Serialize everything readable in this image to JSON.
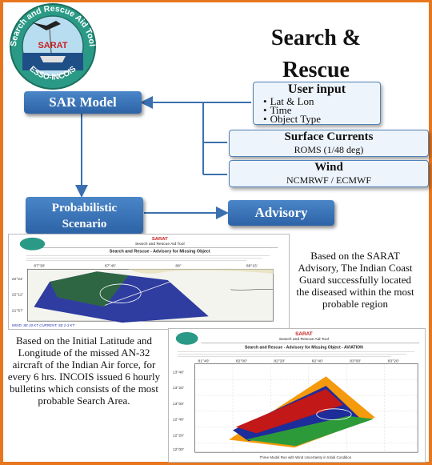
{
  "logo": {
    "ring_text_top": "Search and Rescue Aid Tool",
    "ring_text_bottom": "ESSO-INCOIS",
    "center_text": "SARAT"
  },
  "title": {
    "line1": "Search &",
    "line2": "Rescue"
  },
  "flow": {
    "sar_model": "SAR Model",
    "probabilistic": {
      "line1": "Probabilistic",
      "line2": "Scenario"
    },
    "advisory": "Advisory"
  },
  "inputs": {
    "user_input": {
      "heading": "User input",
      "items": [
        "Lat & Lon",
        "Time",
        "Object Type"
      ]
    },
    "surface_currents": {
      "heading": "Surface Currents",
      "sub": "ROMS (1/48 deg)"
    },
    "wind": {
      "heading": "Wind",
      "sub": "NCMRWF / ECMWF"
    }
  },
  "descriptions": {
    "coast_guard": "Based on the SARAT Advisory, The Indian Coast Guard successfully located the diseased within the most probable region",
    "air_force": "Based on the Initial Latitude and Longitude of the missed AN-32 aircraft of the Indian Air force, for every 6 hrs. INCOIS issued 6 hourly bulletins which consists of the most probable Search Area."
  },
  "advisory1": {
    "header": "SARAT",
    "subheader": "Search and Rescue Aid Tool",
    "title": "Search and Rescue - Advisory for Missing Object",
    "lon_ticks": [
      "87°30'",
      "87°45'",
      "88°",
      "88°15'"
    ],
    "lat_ticks": [
      "22°24'",
      "22°12'",
      "21°57'"
    ],
    "handnote": "WIND:  SE  20 KT   CURRENT: SE  2-3 KT"
  },
  "advisory2": {
    "header": "SARAT",
    "subheader": "Search and Rescue Aid Tool",
    "title": "Search and Rescue - Advisory for Missing Object - AVIATION",
    "lon_ticks": [
      "81°40'",
      "82°00'",
      "82°20'",
      "82°40'",
      "83°00'",
      "83°20'"
    ],
    "lat_ticks": [
      "12°00'",
      "12°20'",
      "12°40'",
      "13°00'",
      "13°20'",
      "13°40'"
    ],
    "footer": "Three Model Run with Wind Uncertainty in Initial Condition"
  },
  "colors": {
    "frame": "#e8761e",
    "box_blue": "#2c63a6",
    "arrow": "#3a70b0",
    "region_navy": "#1d2d9a",
    "region_green": "#2f6a3a",
    "region_orange": "#f59a0c"
  }
}
